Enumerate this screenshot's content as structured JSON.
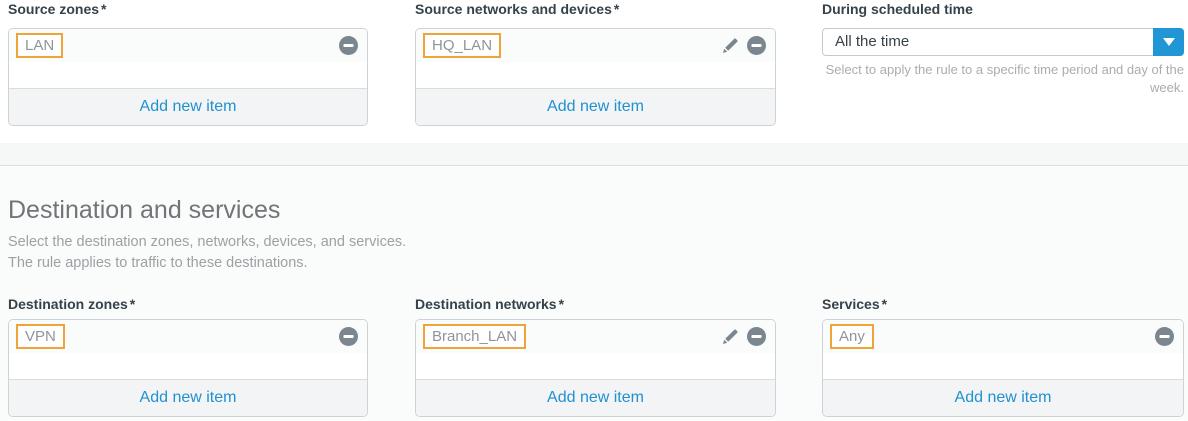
{
  "fields": {
    "source_zones": {
      "label": "Source zones",
      "required": "*",
      "item": "LAN",
      "add_label": "Add new item"
    },
    "source_networks": {
      "label": "Source networks and devices",
      "required": "*",
      "item": "HQ_LAN",
      "add_label": "Add new item"
    },
    "destination_zones": {
      "label": "Destination zones",
      "required": "*",
      "item": "VPN",
      "add_label": "Add new item"
    },
    "destination_networks": {
      "label": "Destination networks",
      "required": "*",
      "item": "Branch_LAN",
      "add_label": "Add new item"
    },
    "services": {
      "label": "Services",
      "required": "*",
      "item": "Any",
      "add_label": "Add new item"
    }
  },
  "schedule": {
    "label": "During scheduled time",
    "value": "All the time",
    "help": "Select to apply the rule to a specific time period and day of the week."
  },
  "destination_section": {
    "title": "Destination and services",
    "subtitle1": "Select the destination zones, networks, devices, and services.",
    "subtitle2": "The rule applies to traffic to these destinations."
  },
  "icons": {
    "remove": "minus-circle-icon",
    "edit": "pencil-icon",
    "dropdown": "chevron-down-icon"
  },
  "colors": {
    "accent_blue": "#2196d4",
    "link_blue": "#2191cf",
    "chip_border_orange": "#efa43a",
    "icon_gray": "#7b868e"
  }
}
